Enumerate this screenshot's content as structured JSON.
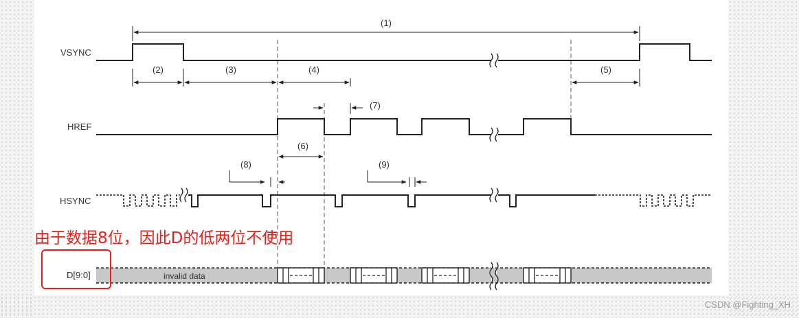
{
  "signals": {
    "vsync": "VSYNC",
    "href": "HREF",
    "hsync": "HSYNC",
    "data": "D[9:0]"
  },
  "intervals": {
    "i1": "(1)",
    "i2": "(2)",
    "i3": "(3)",
    "i4": "(4)",
    "i5": "(5)",
    "i6": "(6)",
    "i7": "(7)",
    "i8": "(8)",
    "i9": "(9)"
  },
  "data_bus_text": "invalid data",
  "annotation": "由于数据8位，因此D的低两位不使用",
  "watermark": "CSDN @Fighting_XH",
  "colors": {
    "annotation": "#e8201a",
    "bus_fill": "#c8c8c8",
    "line": "#222222"
  }
}
